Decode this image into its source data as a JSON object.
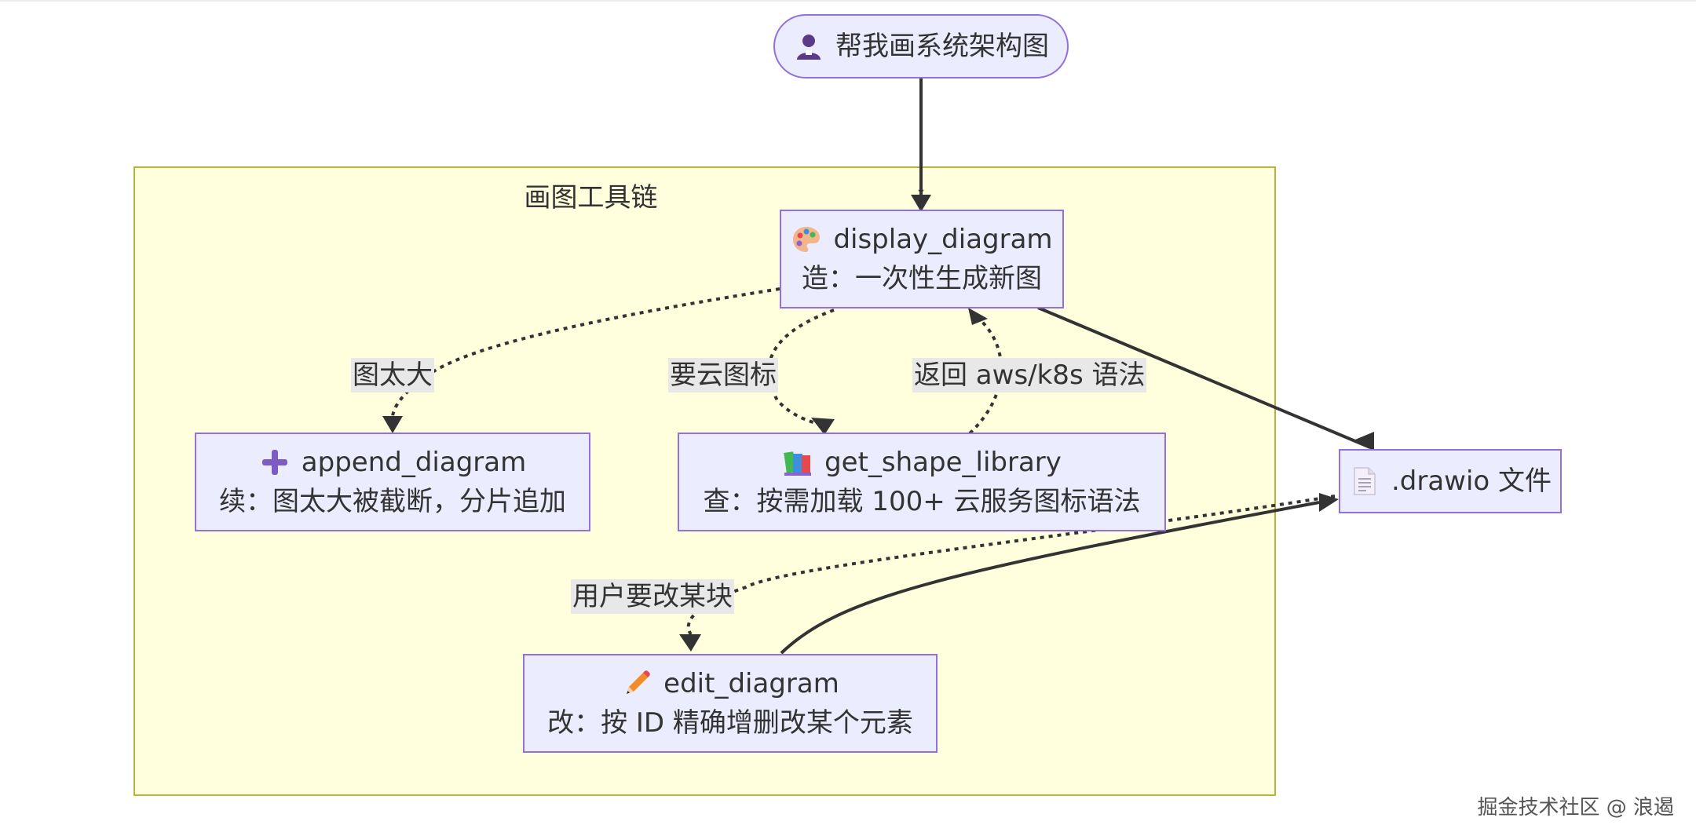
{
  "cluster": {
    "title": "画图工具链"
  },
  "nodes": {
    "start": {
      "label": "帮我画系统架构图",
      "icon": "user-icon"
    },
    "display": {
      "title": "display_diagram",
      "desc": "造：一次性生成新图",
      "icon": "palette-icon"
    },
    "append": {
      "title": "append_diagram",
      "desc": "续：图太大被截断，分片追加",
      "icon": "plus-icon"
    },
    "shape": {
      "title": "get_shape_library",
      "desc": "查：按需加载 100+ 云服务图标语法",
      "icon": "books-icon"
    },
    "edit": {
      "title": "edit_diagram",
      "desc": "改：按 ID 精确增删改某个元素",
      "icon": "pencil-icon"
    },
    "file": {
      "label": ".drawio 文件",
      "icon": "document-icon"
    }
  },
  "edges": {
    "too_big": "图太大",
    "need_cloud": "要云图标",
    "return_syntax": "返回 aws/k8s 语法",
    "user_edit": "用户要改某块"
  },
  "watermark": "掘金技术社区 @ 浪遏",
  "colors": {
    "node_fill": "#ececff",
    "node_border": "#9370db",
    "cluster_fill": "#ffffde",
    "cluster_border": "#b5b53e",
    "edge": "#333333"
  }
}
